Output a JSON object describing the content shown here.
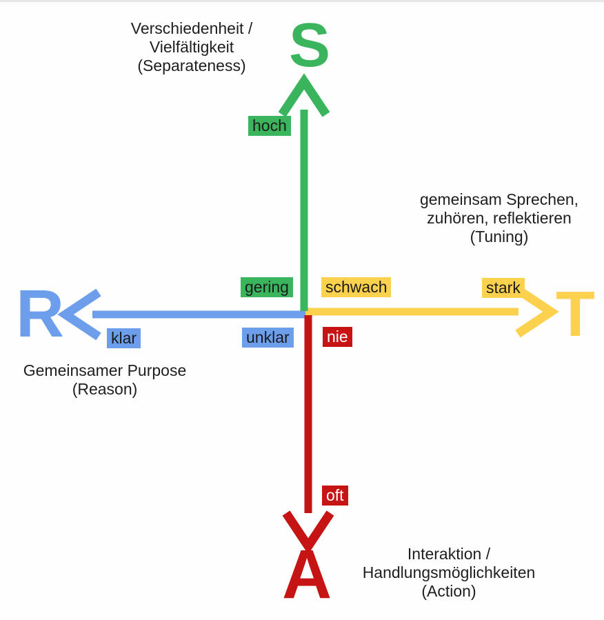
{
  "colors": {
    "green": "#3BB55D",
    "blue": "#6D9EEB",
    "yellow": "#FBD14E",
    "red": "#C61313",
    "text": "#1E1E1E",
    "chip_text_dark": "#1A1A1A",
    "chip_text_light": "#FFFFFF",
    "background": "#FEFEFE"
  },
  "axes": {
    "separateness": {
      "letter": "S",
      "direction": "up",
      "color": "#3BB55D",
      "name_lines": [
        "Verschiedenheit /",
        "Vielfältigkeit",
        "(Separateness)"
      ],
      "labels": {
        "outer": "hoch",
        "inner": "gering"
      }
    },
    "tuning": {
      "letter": "T",
      "direction": "right",
      "color": "#FBD14E",
      "name_lines": [
        "gemeinsam Sprechen,",
        "zuhören, reflektieren",
        "(Tuning)"
      ],
      "labels": {
        "inner": "schwach",
        "outer": "stark"
      }
    },
    "reason": {
      "letter": "R",
      "direction": "left",
      "color": "#6D9EEB",
      "name_lines": [
        "Gemeinsamer Purpose",
        "(Reason)"
      ],
      "labels": {
        "inner": "unklar",
        "outer": "klar"
      }
    },
    "action": {
      "letter": "A",
      "direction": "down",
      "color": "#C61313",
      "name_lines": [
        "Interaktion /",
        "Handlungsmöglichkeiten",
        "(Action)"
      ],
      "labels": {
        "inner": "nie",
        "outer": "oft"
      }
    }
  }
}
